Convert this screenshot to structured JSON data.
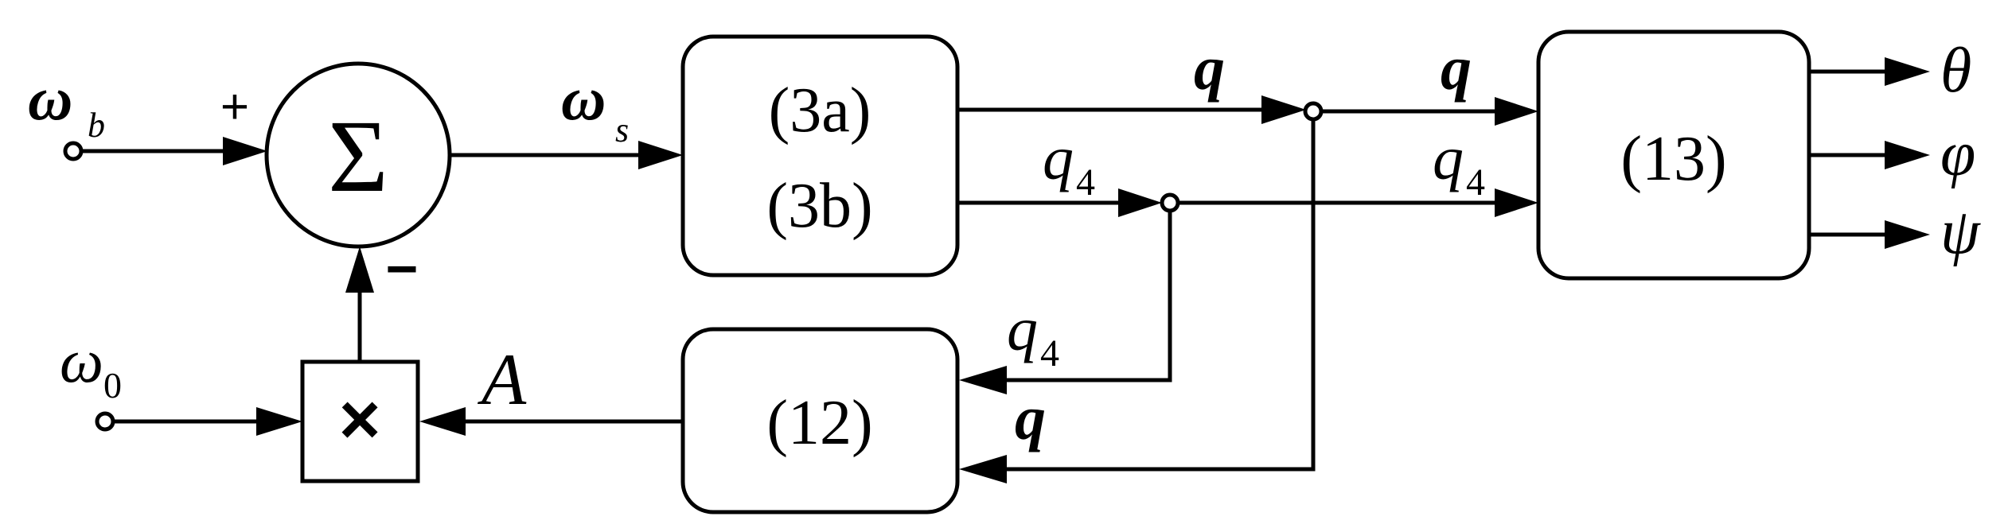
{
  "diagram": {
    "inputs": {
      "omega_b": {
        "symbol": "ω",
        "subscript": "b"
      },
      "omega_0": {
        "symbol": "ω",
        "subscript": "0"
      }
    },
    "sum_block": {
      "symbol": "Σ",
      "plus_sign": "+",
      "minus_sign": "−"
    },
    "omega_s": {
      "symbol": "ω",
      "subscript": "s"
    },
    "block_3": {
      "line1": "(3a)",
      "line2": "(3b)"
    },
    "block_12": {
      "label": "(12)"
    },
    "block_13": {
      "label": "(13)"
    },
    "multiply_block": {
      "symbol": "×"
    },
    "signals": {
      "q": "q",
      "q4_symbol": "q",
      "q4_subscript": "4",
      "A": "A"
    },
    "outputs": {
      "theta": "θ",
      "phi": "φ",
      "psi": "ψ"
    }
  }
}
